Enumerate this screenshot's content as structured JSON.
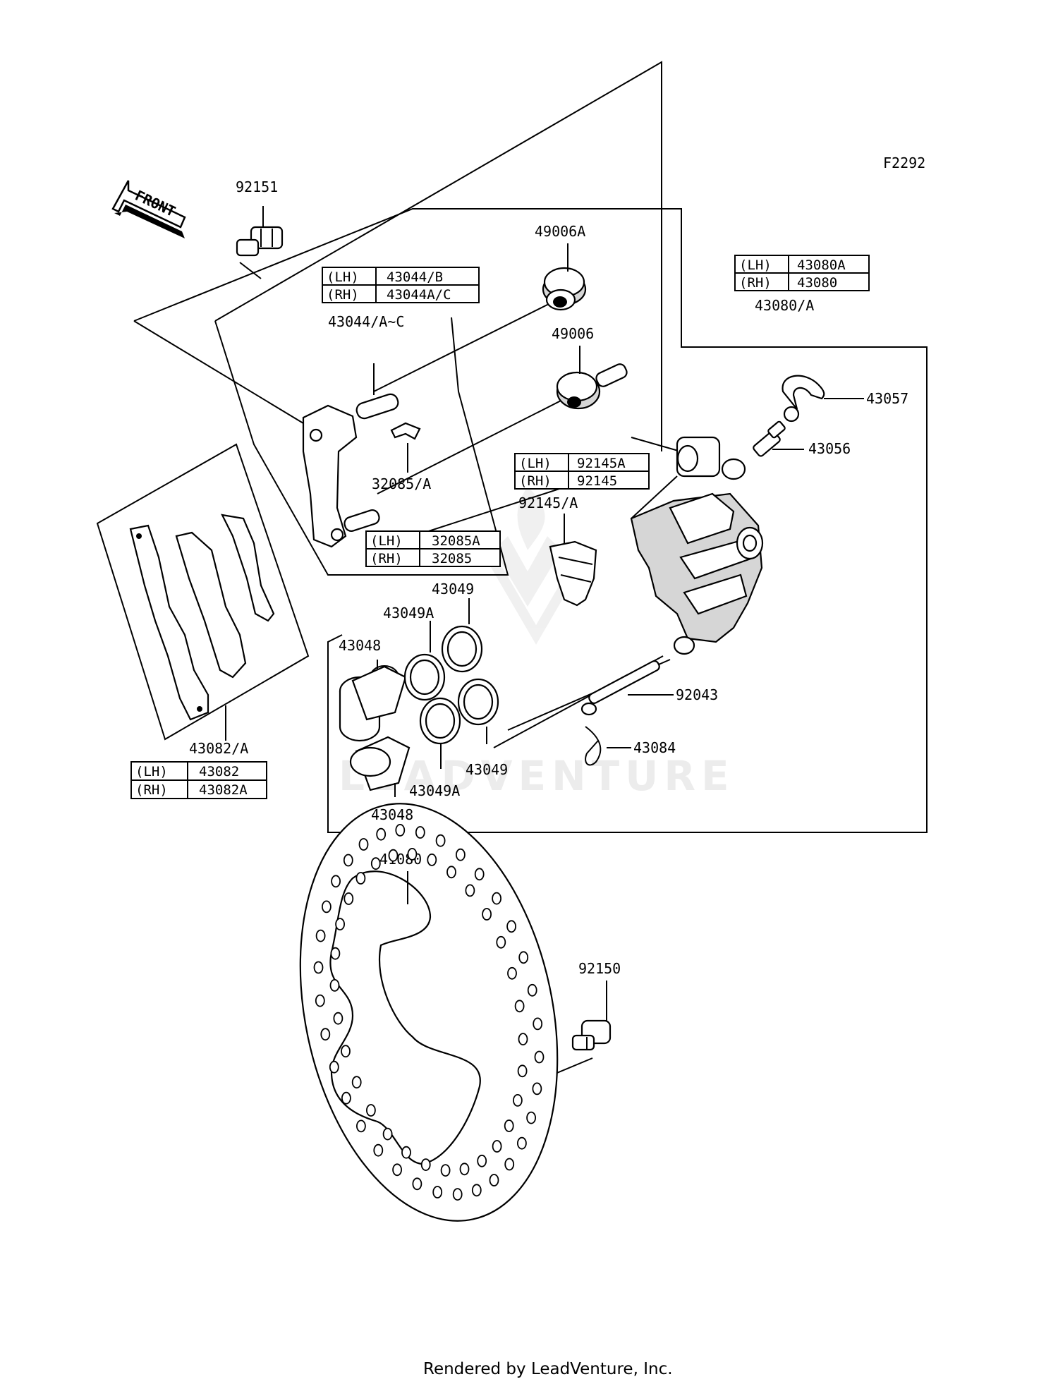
{
  "figure_code": "F2292",
  "front_label": "FRONT",
  "footer": "Rendered by LeadVenture, Inc.",
  "watermark": "LEADVENTURE",
  "callouts": {
    "c92151": "92151",
    "c49006A": "49006A",
    "c43044": "43044/A~C",
    "c49006": "49006",
    "c32085": "32085/A",
    "c43080": "43080/A",
    "c43057": "43057",
    "c43056": "43056",
    "c92145": "92145/A",
    "c43049_top": "43049",
    "c43049A_top": "43049A",
    "c43048_top": "43048",
    "c43082": "43082/A",
    "c92043": "92043",
    "c43084": "43084",
    "c43049_bot": "43049",
    "c43049A_bot": "43049A",
    "c43048_bot": "43048",
    "c41080": "41080",
    "c92150": "92150"
  },
  "tables": {
    "t43044": {
      "lh": "(LH)",
      "lh_part": "43044/B",
      "rh": "(RH)",
      "rh_part": "43044A/C"
    },
    "t43080": {
      "lh": "(LH)",
      "lh_part": "43080A",
      "rh": "(RH)",
      "rh_part": "43080"
    },
    "t92145": {
      "lh": "(LH)",
      "lh_part": "92145A",
      "rh": "(RH)",
      "rh_part": "92145"
    },
    "t32085": {
      "lh": "(LH)",
      "lh_part": "32085A",
      "rh": "(RH)",
      "rh_part": "32085"
    },
    "t43082": {
      "lh": "(LH)",
      "lh_part": "43082",
      "rh": "(RH)",
      "rh_part": "43082A"
    }
  }
}
